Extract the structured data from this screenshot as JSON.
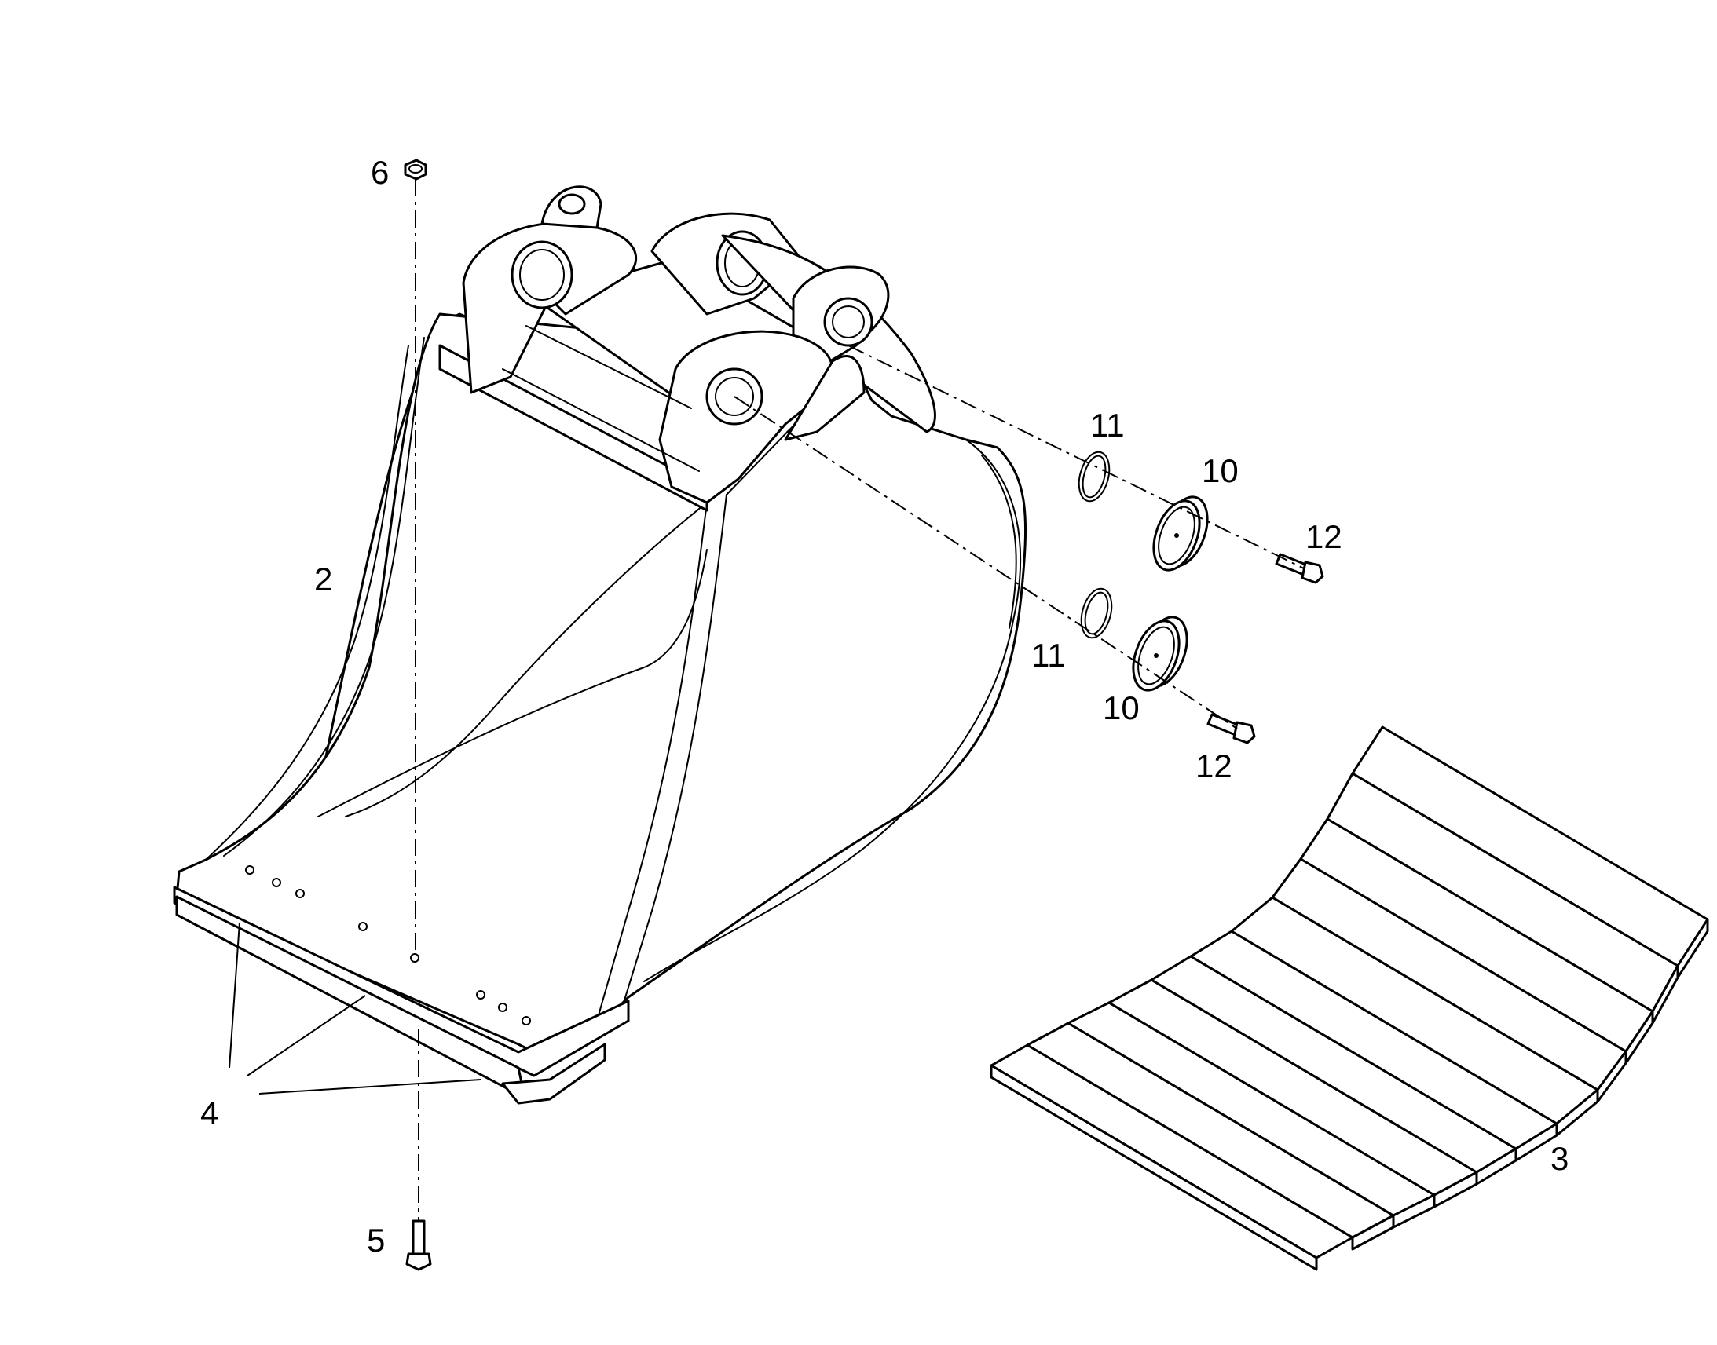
{
  "callouts": {
    "bolt_top": "6",
    "bucket_body": "2",
    "wear_strips": "3",
    "side_cutters": "4",
    "bolt_bottom": "5",
    "ring_upper": "11",
    "ring_lower": "11",
    "cover_upper": "10",
    "cover_lower": "10",
    "screw_upper": "12",
    "screw_lower": "12"
  },
  "colors": {
    "line": "#000000",
    "background": "#ffffff"
  }
}
